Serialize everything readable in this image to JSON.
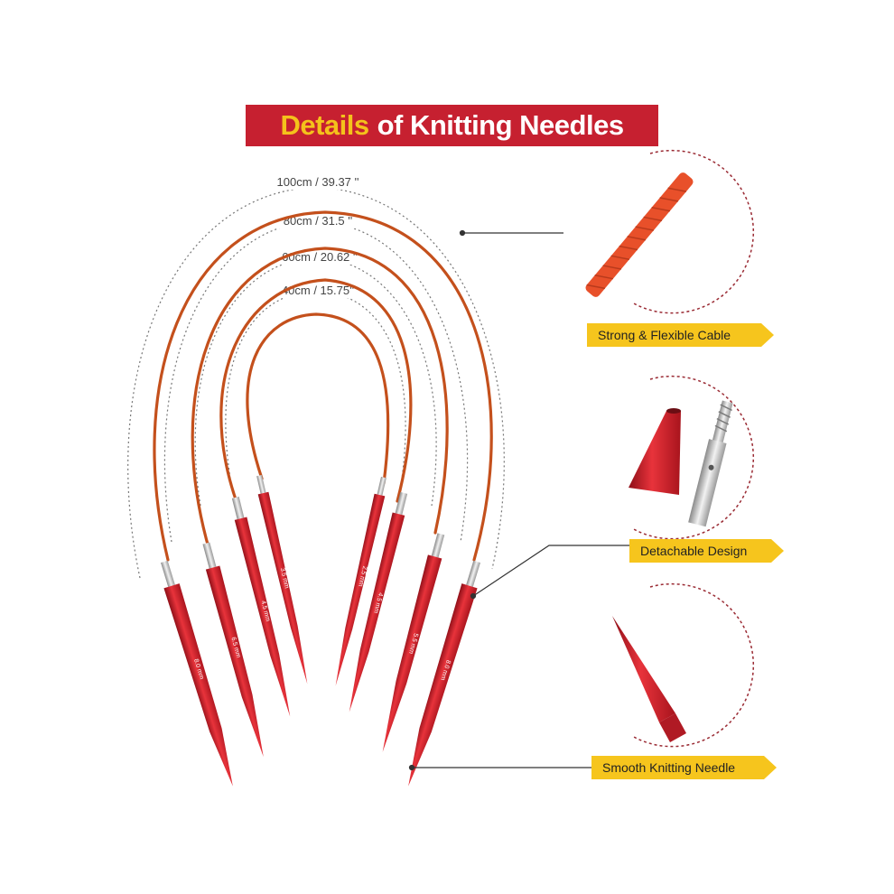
{
  "title": {
    "accent": "Details",
    "rest": "of Knitting Needles"
  },
  "cable_lengths": [
    {
      "label": "100cm / 39.37 ''"
    },
    {
      "label": "80cm /  31.5 ''"
    },
    {
      "label": "60cm /  20.62 ''"
    },
    {
      "label": "40cm / 15.75''"
    }
  ],
  "needle_sizes": [
    "8.0 mm",
    "6.5 mm",
    "5.5 mm",
    "4.5 mm",
    "3.5 mm",
    "2.5 mm"
  ],
  "features": [
    {
      "label": "Strong & Flexible Cable"
    },
    {
      "label": "Detachable Design"
    },
    {
      "label": "Smooth  Knitting Needle"
    }
  ],
  "colors": {
    "banner": "#c62030",
    "accent": "#f4c21b",
    "tag": "#f6c51d",
    "cable": "#c4501c",
    "needle": "#d0202a"
  }
}
